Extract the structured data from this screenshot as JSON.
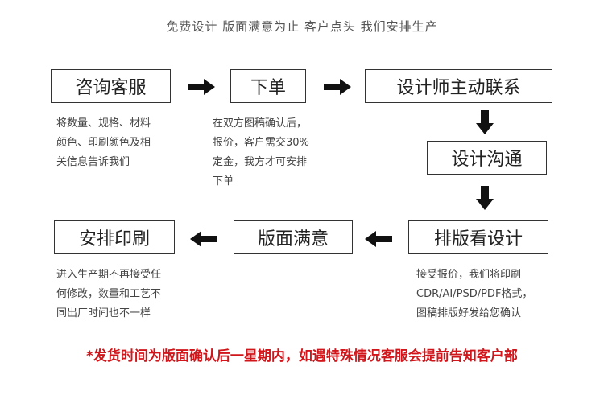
{
  "subtitle": "免费设计 版面满意为止 客户点头 我们安排生产",
  "steps": {
    "consult": {
      "label": "咨询客服",
      "desc": [
        "将数量、规格、材料",
        "颜色、印刷颜色及相",
        "关信息告诉我们"
      ]
    },
    "order": {
      "label": "下单",
      "desc": [
        "在双方图稿确认后，",
        "报价，客户需交30%",
        "定金，我方才可安排",
        "下单"
      ]
    },
    "designer": {
      "label": "设计师主动联系"
    },
    "communicate": {
      "label": "设计沟通"
    },
    "layout": {
      "label": "排版看设计",
      "desc": [
        "接受报价，我们将印刷",
        "CDR/AI/PSD/PDF格式，",
        "图稿排版好发给您确认"
      ]
    },
    "satisfied": {
      "label": "版面满意"
    },
    "print": {
      "label": "安排印刷",
      "desc": [
        "进入生产期不再接受任",
        "何修改，数量和工艺不",
        "同出厂时间也不一样"
      ]
    }
  },
  "footer": "*发货时间为版面确认后一星期内，如遇特殊情况客服会提前告知客户部",
  "colors": {
    "accent": "#d0161b",
    "text": "#333333",
    "border": "#333333"
  }
}
